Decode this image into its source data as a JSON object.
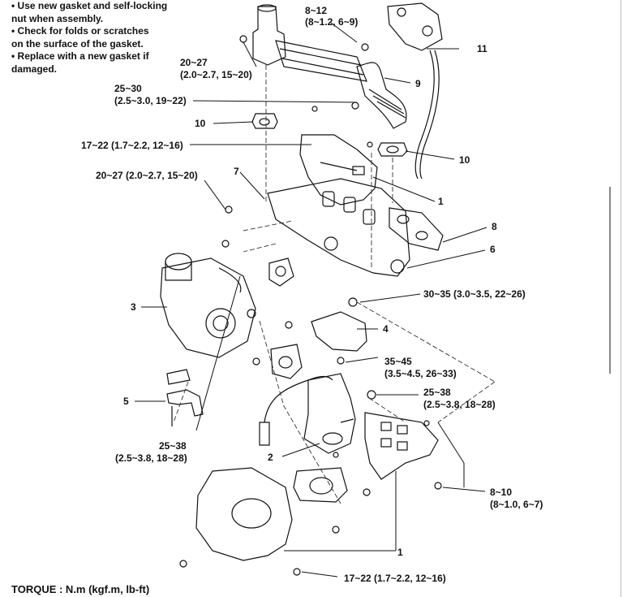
{
  "notes": [
    "• Use new gasket and self-locking",
    "  nut when assembly.",
    "• Check for folds or scratches",
    "  on the surface of the gasket.",
    "• Replace with a new gasket if",
    "  damaged."
  ],
  "torque_specs": {
    "t1_a": "8~12",
    "t1_b": "(8~1.2, 6~9)",
    "t2_a": "20~27",
    "t2_b": "(2.0~2.7, 15~20)",
    "t3_a": "25~30",
    "t3_b": "(2.5~3.0, 19~22)",
    "t4": "17~22 (1.7~2.2, 12~16)",
    "t5": "20~27 (2.0~2.7, 15~20)",
    "t6": "30~35 (3.0~3.5, 22~26)",
    "t7_a": "35~45",
    "t7_b": "(3.5~4.5, 26~33)",
    "t8_a": "25~38",
    "t8_b": "(2.5~3.8, 18~28)",
    "t9_a": "25~38",
    "t9_b": "(2.5~3.8, 18~28)",
    "t10_a": "8~10",
    "t10_b": "(8~1.0, 6~7)",
    "t11": "17~22 (1.7~2.2, 12~16)"
  },
  "callouts": {
    "c1_top": "1",
    "c1_bottom": "1",
    "c2": "2",
    "c3": "3",
    "c4": "4",
    "c5": "5",
    "c6": "6",
    "c7": "7",
    "c8": "8",
    "c9": "9",
    "c10_left": "10",
    "c10_right": "10",
    "c11": "11"
  },
  "torque_unit": "TORQUE : N.m (kgf.m, lb-ft)"
}
